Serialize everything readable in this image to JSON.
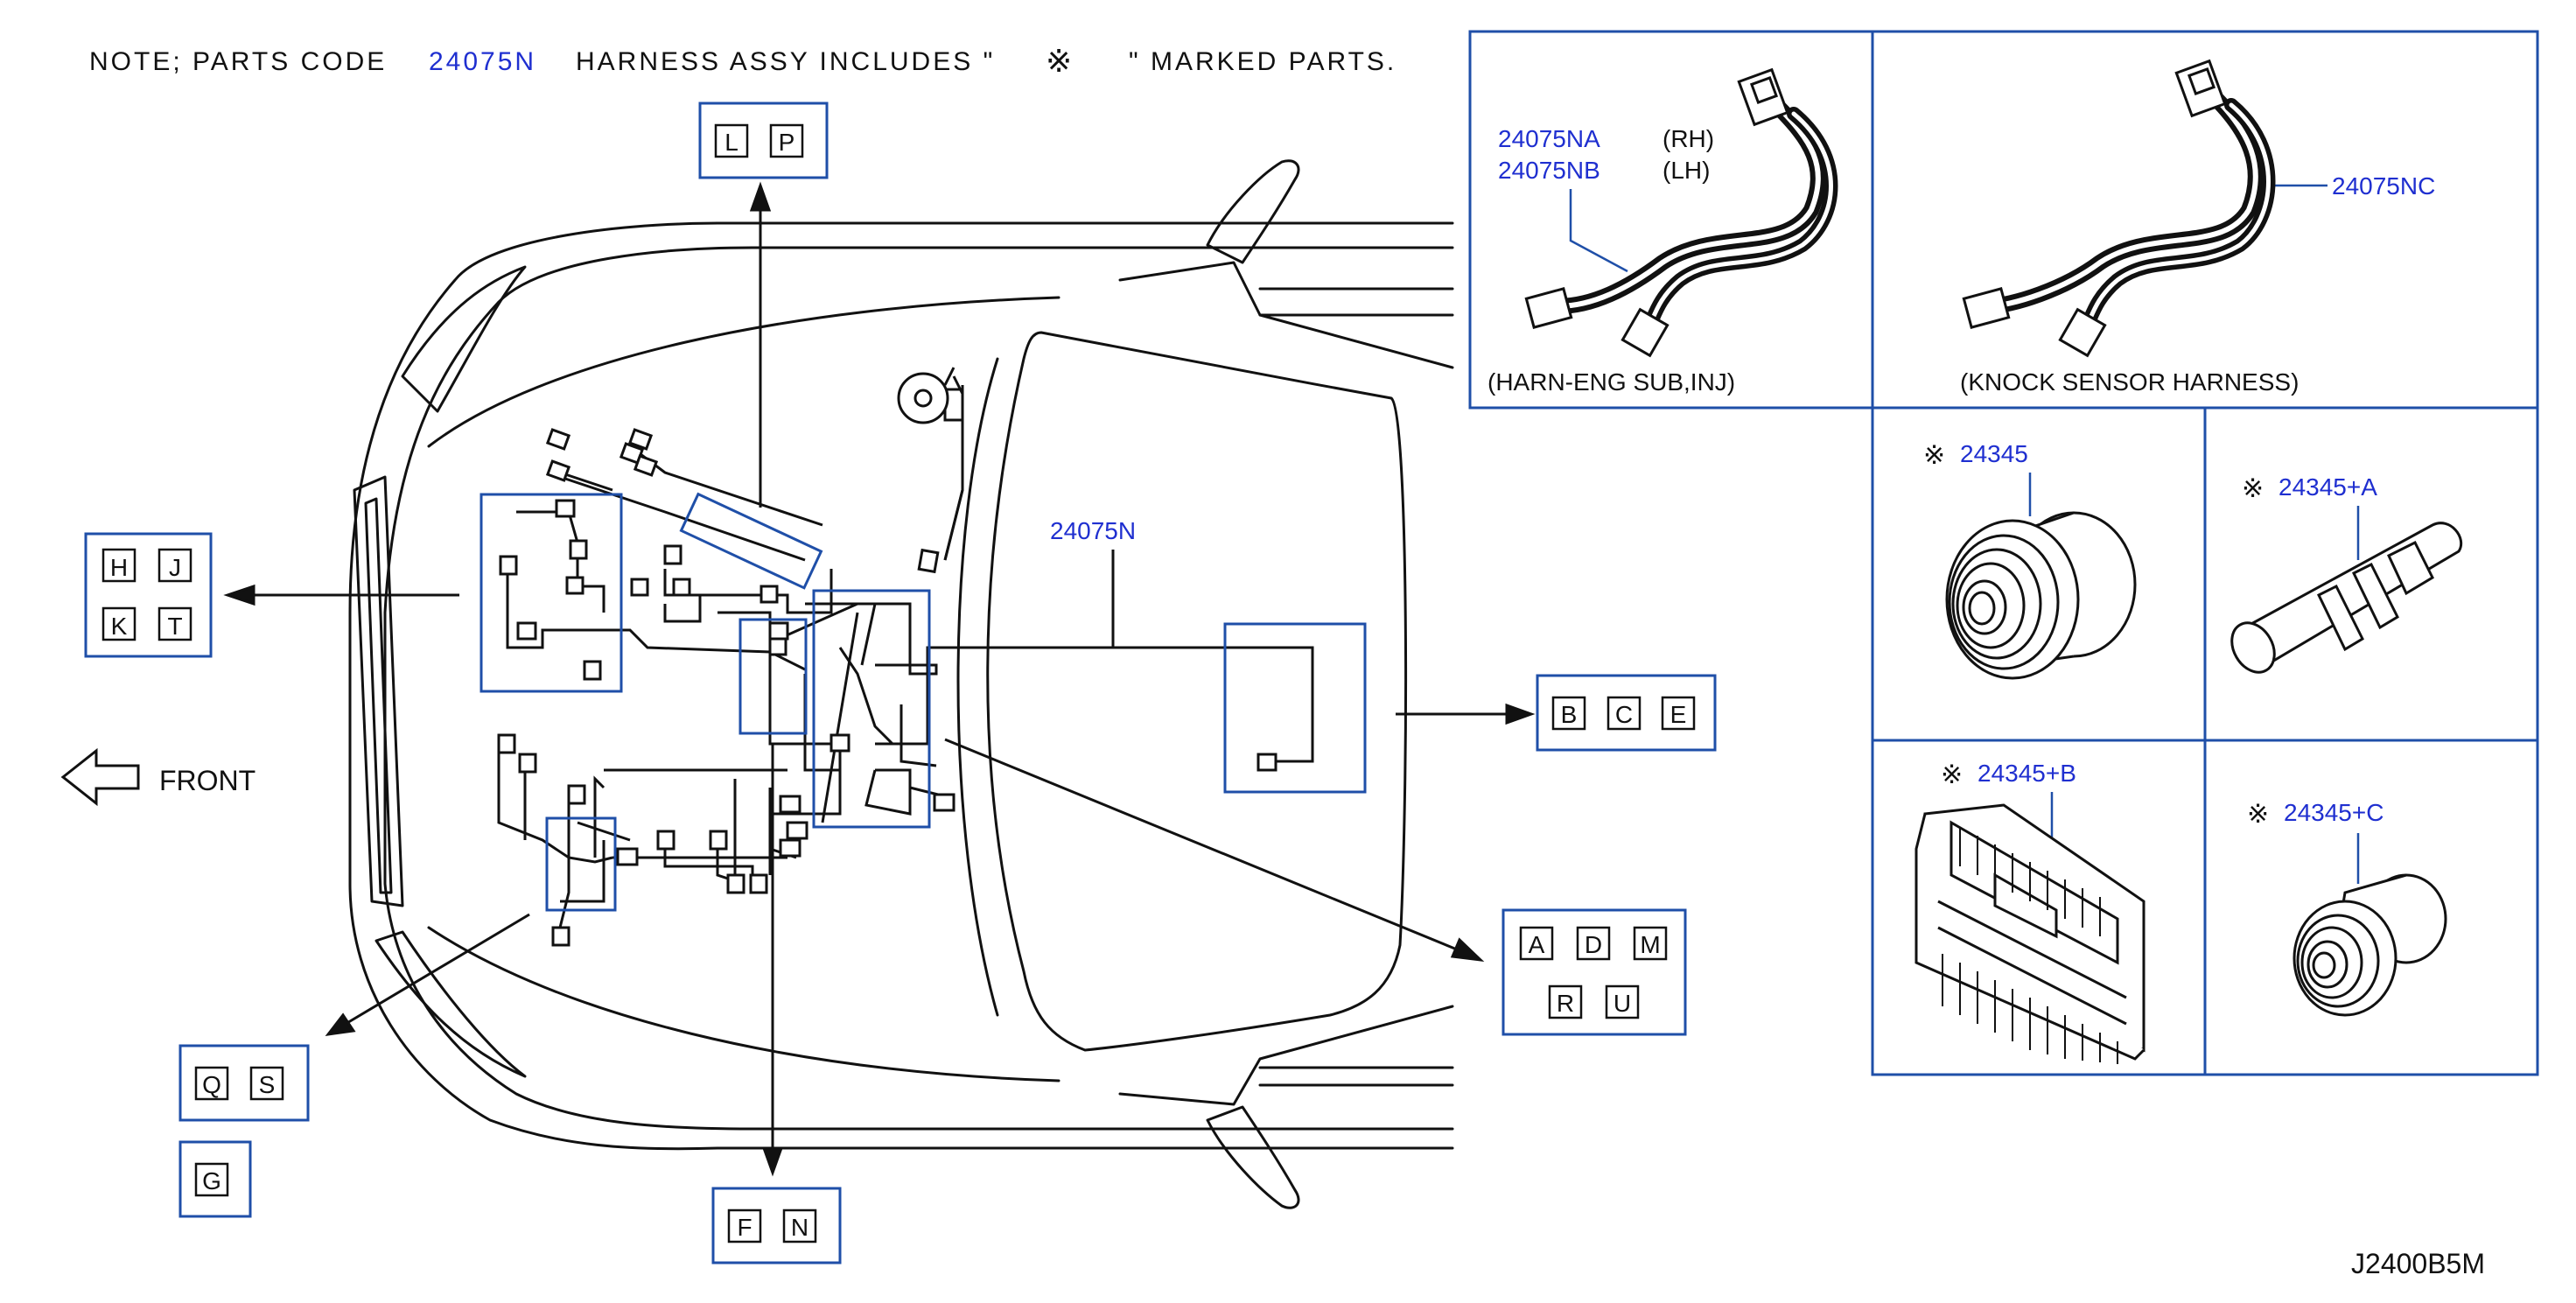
{
  "note": {
    "prefix": "NOTE;  PARTS  CODE",
    "code": "24075N",
    "middle": "HARNESS  ASSY  INCLUDES  \"",
    "mark": "※",
    "suffix": "\"  MARKED  PARTS."
  },
  "front_label": "FRONT",
  "diagram_id": "J2400B5M",
  "main_harness_label": "24075N",
  "ref_groups": [
    {
      "id": "LP",
      "letters": [
        "L",
        "P"
      ]
    },
    {
      "id": "HJKT",
      "letters": [
        "H",
        "J",
        "K",
        "T"
      ]
    },
    {
      "id": "BCE",
      "letters": [
        "B",
        "C",
        "E"
      ]
    },
    {
      "id": "ADMRU",
      "letters": [
        "A",
        "D",
        "M",
        "R",
        "U"
      ]
    },
    {
      "id": "QS",
      "letters": [
        "Q",
        "S"
      ]
    },
    {
      "id": "G",
      "letters": [
        "G"
      ]
    },
    {
      "id": "FN",
      "letters": [
        "F",
        "N"
      ]
    }
  ],
  "detail_panels": {
    "sub_harness": {
      "part_a": "24075NA",
      "side_a": "(RH)",
      "part_b": "24075NB",
      "side_b": "(LH)",
      "caption": "(HARN-ENG  SUB,INJ)"
    },
    "knock_harness": {
      "part": "24075NC",
      "caption": "(KNOCK  SENSOR  HARNESS)"
    },
    "parts": [
      {
        "id": "p1",
        "mark": "※",
        "code": "24345"
      },
      {
        "id": "p2",
        "mark": "※",
        "code": "24345+A"
      },
      {
        "id": "p3",
        "mark": "※",
        "code": "24345+B"
      },
      {
        "id": "p4",
        "mark": "※",
        "code": "24345+C"
      }
    ]
  },
  "colors": {
    "line": "#111111",
    "label": "#1f2fd0",
    "frame": "#1f4fa8"
  }
}
